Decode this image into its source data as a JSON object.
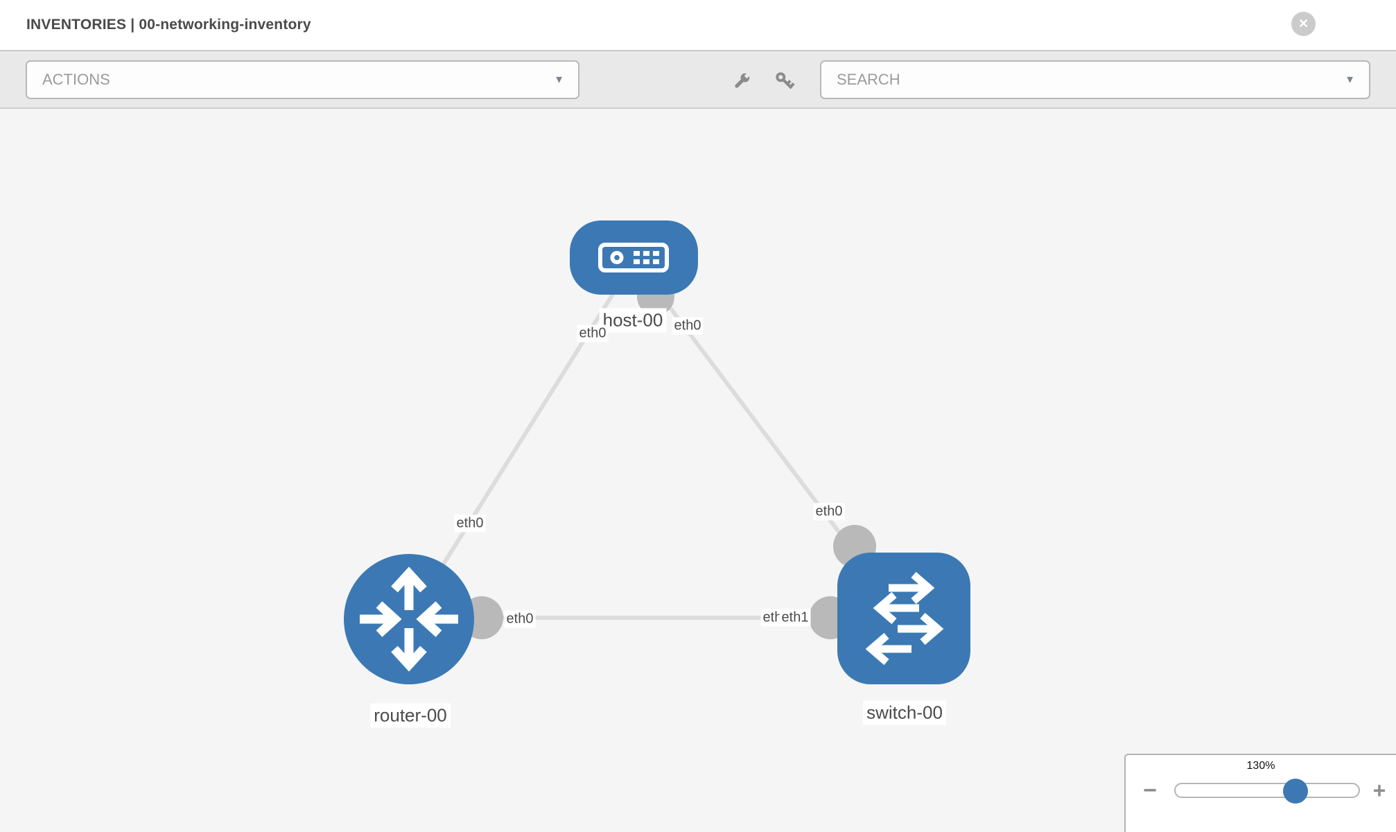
{
  "header": {
    "title": "INVENTORIES | 00-networking-inventory",
    "close_icon": "✕"
  },
  "toolbar": {
    "actions_label": "ACTIONS",
    "search_label": "SEARCH",
    "caret_icon": "▼"
  },
  "canvas": {
    "nodes": [
      {
        "id": "host-00",
        "type": "host",
        "label": "host-00"
      },
      {
        "id": "router-00",
        "type": "router",
        "label": "router-00"
      },
      {
        "id": "switch-00",
        "type": "switch",
        "label": "switch-00"
      }
    ],
    "links": [
      {
        "from": "host-00",
        "from_interface": "eth0",
        "to": "router-00",
        "to_interface": "eth0"
      },
      {
        "from": "host-00",
        "from_interface": "eth0",
        "to": "switch-00",
        "to_interface": "eth0"
      },
      {
        "from": "router-00",
        "from_interface": "eth0",
        "to": "switch-00",
        "to_interface": "eth1"
      }
    ],
    "interface_labels": [
      "eth0",
      "eth0",
      "eth0",
      "eth0",
      "eth0",
      "eth0",
      "eth1"
    ]
  },
  "zoom_control": {
    "value": "130%",
    "minus_icon": "−",
    "plus_icon": "+"
  },
  "colors": {
    "node_blue": "#3c79b4",
    "link_gray": "#dcdcdc",
    "port_gray": "#b9b9b9",
    "canvas_bg": "#f5f5f5"
  }
}
